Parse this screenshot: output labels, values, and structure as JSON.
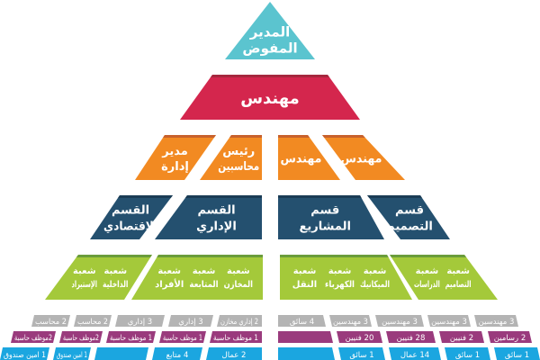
{
  "colors": {
    "apex": "#5bc4cf",
    "engineer": "#d4264d",
    "engineer_stripe": "#a6283e",
    "managers": "#f28a22",
    "managers_stripe": "#c8612c",
    "departments": "#24506f",
    "departments_stripe": "#1b3c55",
    "branches": "#a4c93a",
    "branches_stripe": "#6a9c3b",
    "row_gray": "#b4b4b4",
    "row_purple": "#9a3b7d",
    "row_blue": "#1ba6e0"
  },
  "apex": {
    "lines": [
      "المدير",
      "المفوض"
    ]
  },
  "level2": {
    "label": "مهندس"
  },
  "level3": [
    {
      "lines": [
        "مدير",
        "إدارة"
      ]
    },
    {
      "lines": [
        "رئيس",
        "محاسبين"
      ]
    },
    {
      "lines": [
        "مهندس"
      ]
    },
    {
      "lines": [
        "مهندس"
      ]
    }
  ],
  "level4": [
    {
      "lines": [
        "القسم",
        "الإقتصادي"
      ]
    },
    {
      "lines": [
        "القسم",
        "الإداري"
      ]
    },
    {
      "lines": [
        "قسم",
        "المشاريع"
      ]
    },
    {
      "lines": [
        "قسم",
        "التصميم"
      ]
    }
  ],
  "level5": [
    {
      "branches": [
        [
          "شعبة",
          "الإستيراد"
        ],
        [
          "شعبة",
          "الداخلية"
        ]
      ]
    },
    {
      "branches": [
        [
          "شعبة",
          "الأفراد"
        ],
        [
          "شعبة",
          "المتابعة"
        ],
        [
          "شعبة",
          "المخازن"
        ]
      ]
    },
    {
      "branches": [
        [
          "شعبة",
          "النقل"
        ],
        [
          "شعبة",
          "الكهرباء"
        ],
        [
          "شعبة",
          "الميكانيك"
        ]
      ]
    },
    {
      "branches": [
        [
          "شعبة",
          "الدراسات"
        ],
        [
          "شعبة",
          "التصاميم"
        ]
      ]
    }
  ],
  "staff_rows": {
    "gray": [
      "2 محاسب",
      "2 محاسب",
      "3 إداري",
      "3 إداري",
      "2 إداري مخازن",
      "4 سائق",
      "3 مهندسين",
      "3 مهندسين",
      "3 مهندسين",
      "3 مهندسين"
    ],
    "purple": [
      "2موظف حاسبة",
      "2موظف حاسبة",
      "1 موظف حاسبة",
      "1 موظف حاسبة",
      "1 موظف حاسبة",
      "",
      "20 فنيين",
      "28 فنيين",
      "2 فنيين",
      "2 رسامين"
    ],
    "blue": [
      "1 امين صندوق",
      "1 امين صندوق",
      "",
      "4 متابع",
      "2 عمال",
      "",
      "1 سائق",
      "14 عمال",
      "1 سائق",
      "1 سائق"
    ]
  }
}
